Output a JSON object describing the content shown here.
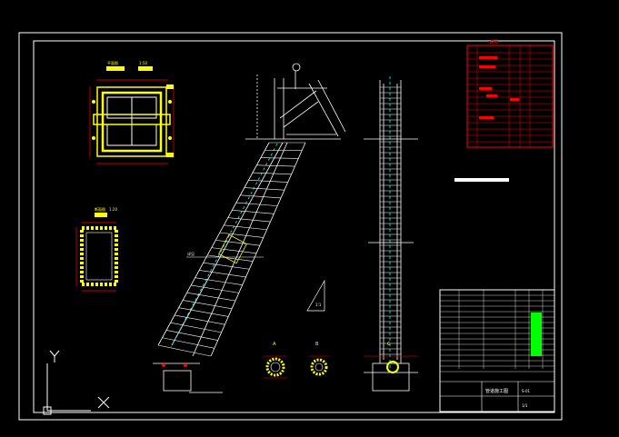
{
  "drawing": {
    "plan_title": "平面图",
    "plan_scale": "1:50",
    "section_title": "断面图",
    "section_scale": "1:20",
    "scale_note": "1:1",
    "node_labels": [
      "A",
      "B",
      "C"
    ],
    "stair_note": "详见"
  },
  "notes_title": "说明",
  "title_block": {
    "drawing_name": "管道施工图",
    "drawing_no": "S-01",
    "sheet": "1/1"
  },
  "colors": {
    "background": "#000000",
    "frame": "#ffffff",
    "red": "#ff0000",
    "yellow": "#ffff00",
    "green": "#00ff00",
    "cyan": "#00ffff"
  }
}
